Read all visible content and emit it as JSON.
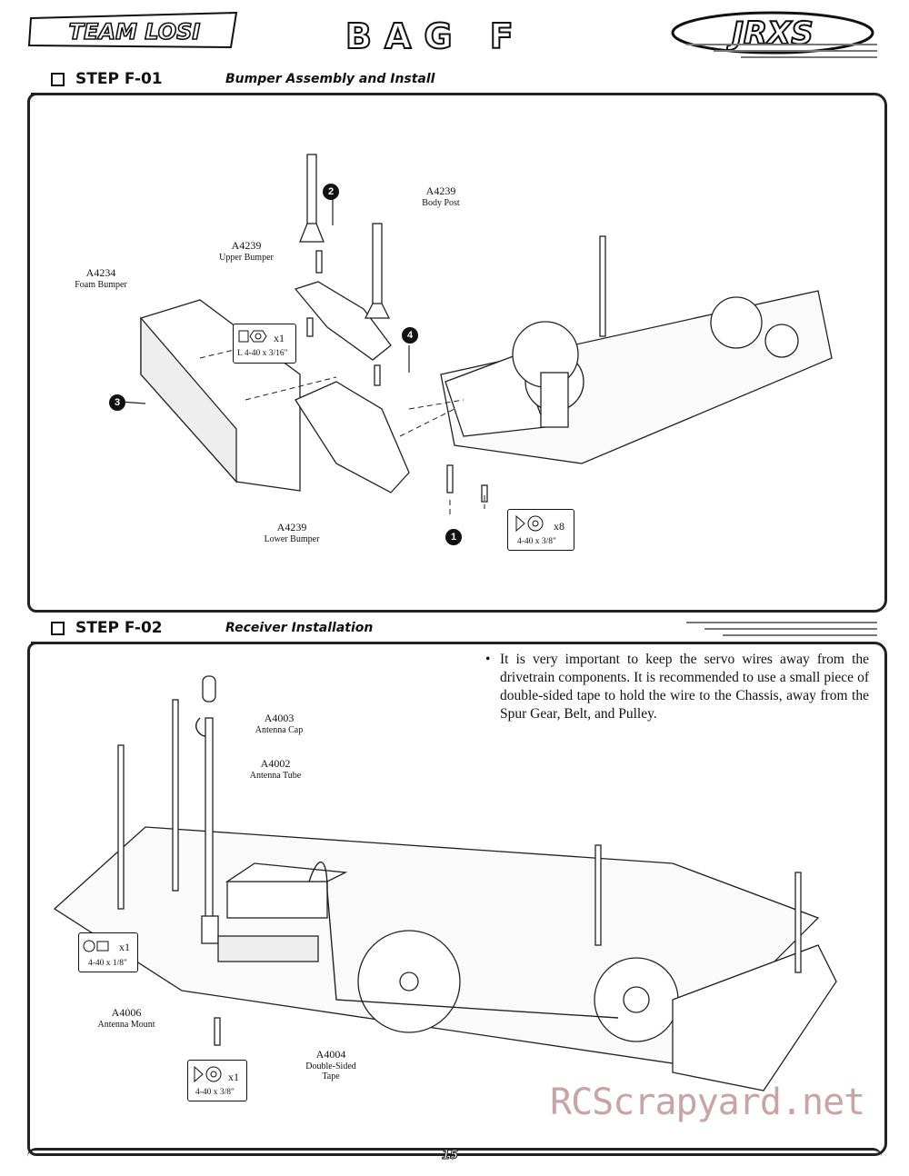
{
  "header": {
    "brand_logo": "TEAM LOSI",
    "bag_title": "BAG F",
    "model_logo": "JRXS"
  },
  "step1": {
    "label": "STEP F-01",
    "subtitle": "Bumper Assembly and Install",
    "parts": {
      "body_post": {
        "num": "A4239",
        "name": "Body Post"
      },
      "upper_bumper": {
        "num": "A4239",
        "name": "Upper Bumper"
      },
      "foam_bumper": {
        "num": "A4234",
        "name": "Foam Bumper"
      },
      "lower_bumper": {
        "num": "A4239",
        "name": "Lower Bumper"
      }
    },
    "hardware": [
      {
        "icon": "locknut-icon",
        "qty": "x1",
        "size": "L 4-40 x 3/16\""
      },
      {
        "icon": "screw-icon",
        "qty": "x8",
        "size": "4-40 x 3/8\""
      }
    ],
    "sequence": [
      "1",
      "2",
      "3",
      "4"
    ]
  },
  "step2": {
    "label": "STEP F-02",
    "subtitle": "Receiver Installation",
    "note": "It is very important to keep the servo wires away from the drivetrain components.  It is recommended to use a small piece of double-sided tape to hold the wire to the Chassis, away from the Spur Gear, Belt, and Pulley.",
    "parts": {
      "antenna_cap": {
        "num": "A4003",
        "name": "Antenna Cap"
      },
      "antenna_tube": {
        "num": "A4002",
        "name": "Antenna Tube"
      },
      "antenna_mount": {
        "num": "A4006",
        "name": "Antenna Mount"
      },
      "tape": {
        "num": "A4004",
        "name": "Double-Sided Tape"
      }
    },
    "hardware": [
      {
        "icon": "setscrew-icon",
        "qty": "x1",
        "size": "4-40 x 1/8\""
      },
      {
        "icon": "screw-icon",
        "qty": "x1",
        "size": "4-40 x 3/8\""
      }
    ]
  },
  "watermark": "RCScrapyard.net",
  "page_number": "15"
}
